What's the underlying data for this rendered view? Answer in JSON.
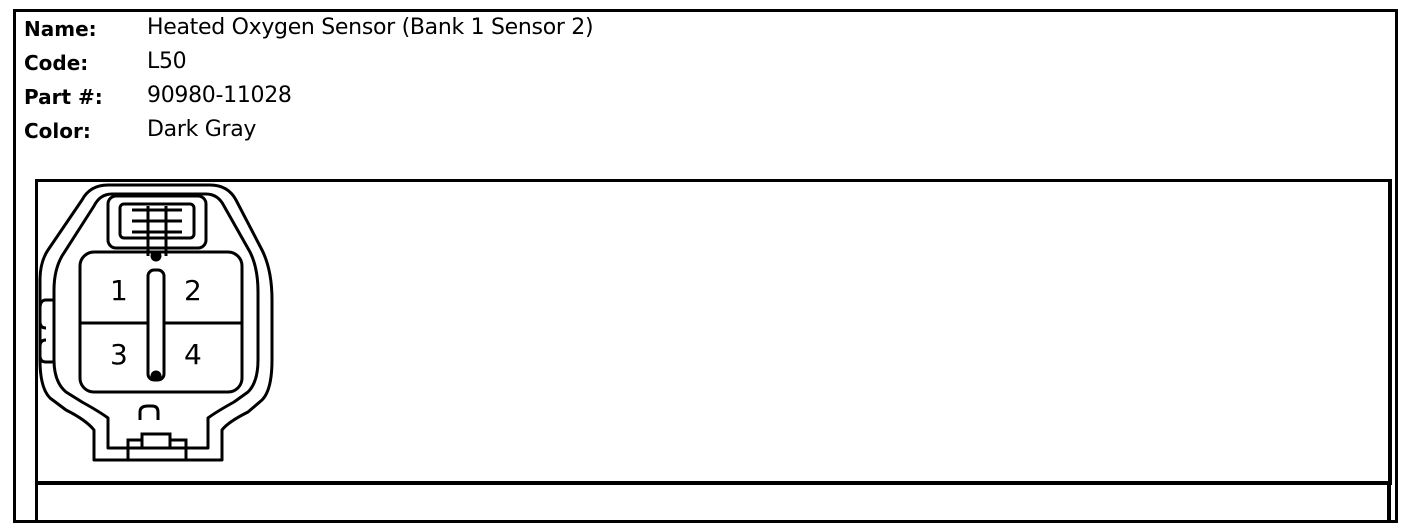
{
  "connector": {
    "name_label": "Name:",
    "name_value": "Heated Oxygen Sensor (Bank 1 Sensor 2)",
    "code_label": "Code:",
    "code_value": "L50",
    "part_label": "Part #:",
    "part_value": "90980-11028",
    "color_label": "Color:",
    "color_value": "Dark Gray"
  },
  "pins": [
    "1",
    "2",
    "3",
    "4"
  ],
  "colors": {
    "line": "#000000",
    "background": "#ffffff"
  }
}
